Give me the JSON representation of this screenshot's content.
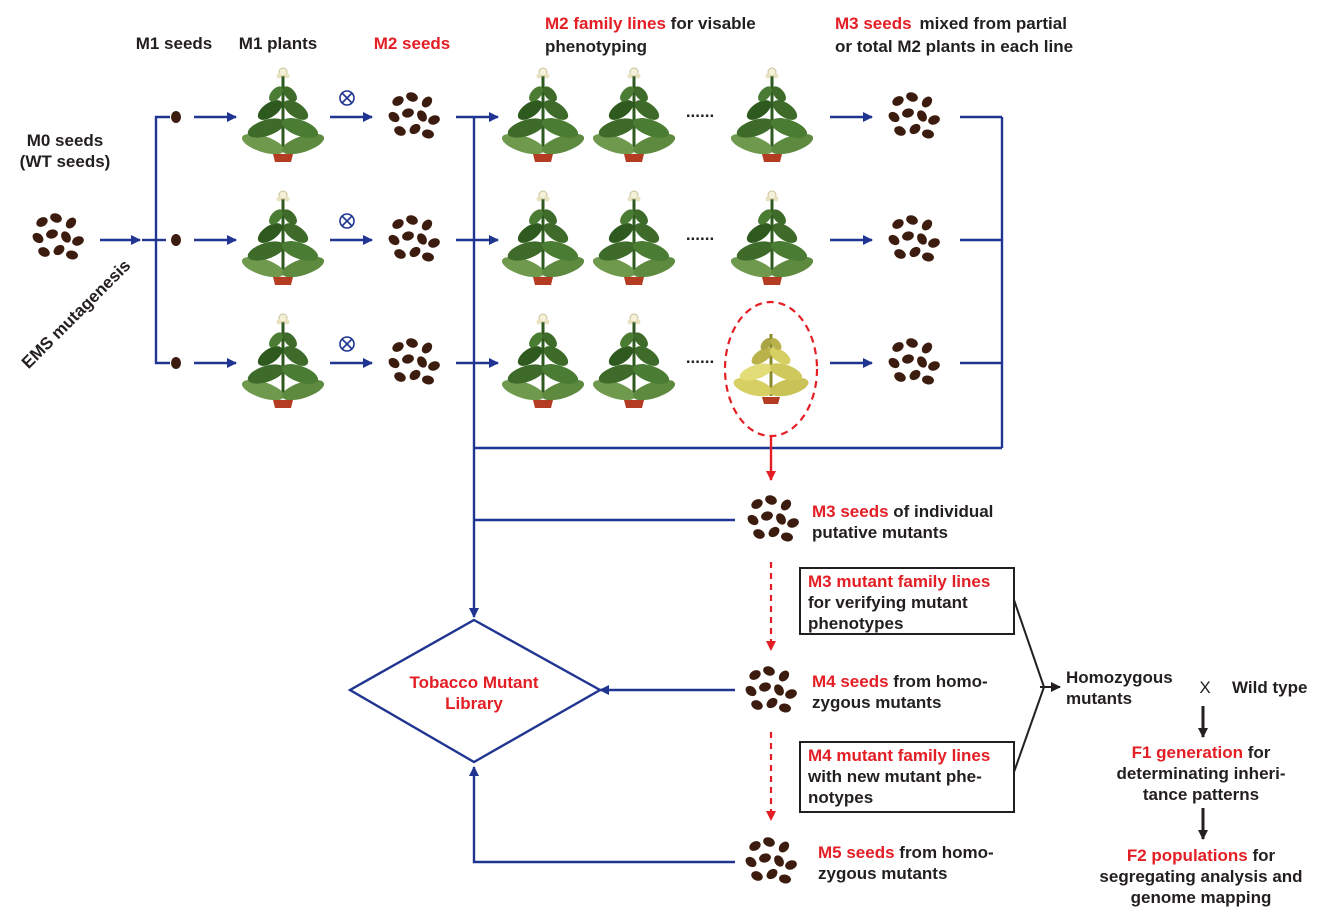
{
  "colors": {
    "blue": "#1f3591",
    "red": "#e31e24",
    "text": "#231f20",
    "seed": "#3b1c0e",
    "leaf": "#3e6b2a",
    "mutant_leaf": "#d6cf62",
    "pot": "#b43c22"
  },
  "icons": {
    "seed": "seed-icon",
    "seed_cluster": "seed-cluster-icon",
    "plant": "tobacco-plant-icon",
    "mutant_plant": "yellow-mutant-plant-icon",
    "cross": "selfing-cross-icon"
  },
  "headers": {
    "m1_seeds": "M1 seeds",
    "m1_plants": "M1 plants",
    "m2_seeds": "M2 seeds",
    "m2_lines_red": "M2 family lines",
    "m2_lines_black": "for visable",
    "m2_lines_line2": "phenotyping",
    "m3_red": "M3 seeds",
    "m3_black": "mixed from partial",
    "m3_line2": "or total M2 plants in each line"
  },
  "m0": {
    "line1": "M0 seeds",
    "line2": "(WT seeds)"
  },
  "ems": "EMS mutagenesis",
  "dots": "......",
  "m3_individual": {
    "red": "M3 seeds",
    "black": "of individual",
    "line2": "putative mutants"
  },
  "m3_box": {
    "red": "M3 mutant family lines",
    "line2": "for verifying mutant",
    "line3": "phenotypes"
  },
  "m4_seeds": {
    "red": "M4 seeds",
    "black": "from homo-",
    "line2": "zygous mutants"
  },
  "m4_box": {
    "red": "M4 mutant family lines",
    "line2": "with new mutant phe-",
    "line3": "notypes"
  },
  "m5_seeds": {
    "red": "M5 seeds",
    "black": "from homo-",
    "line2": "zygous mutants"
  },
  "library": {
    "line1": "Tobacco Mutant",
    "line2": "Library"
  },
  "homozygous": {
    "line1": "Homozygous",
    "line2": "mutants"
  },
  "cross_x": "X",
  "wild_type": "Wild type",
  "f1": {
    "red": "F1 generation",
    "black": "for",
    "line2": "determinating inheri-",
    "line3": "tance patterns"
  },
  "f2": {
    "red": "F2 populations",
    "black": "for",
    "line2": "segregating analysis and",
    "line3": "genome mapping"
  }
}
